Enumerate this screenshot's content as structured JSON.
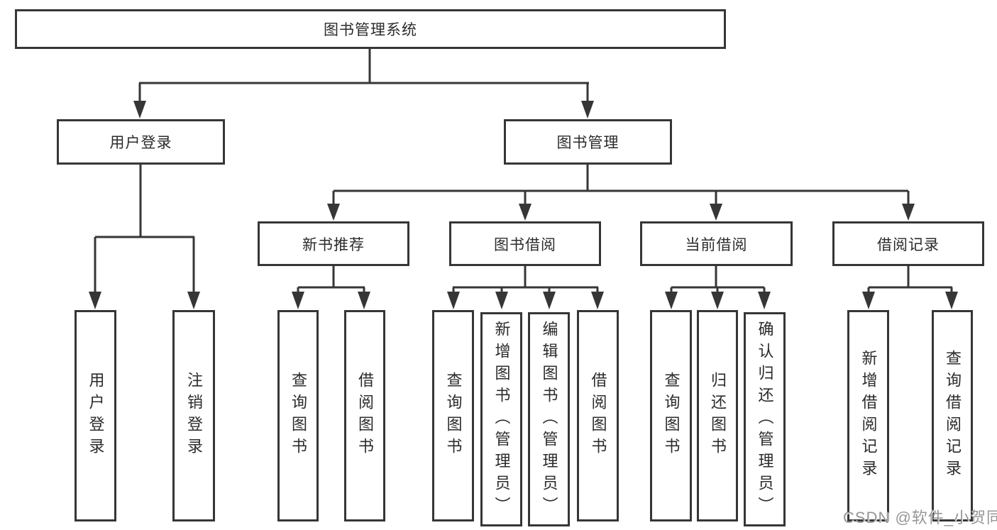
{
  "diagram": {
    "root": {
      "label": "图书管理系统",
      "children": [
        {
          "label": "用户登录",
          "children": [
            {
              "label": "用户登录"
            },
            {
              "label": "注销登录"
            }
          ]
        },
        {
          "label": "图书管理",
          "children": [
            {
              "label": "新书推荐",
              "children": [
                {
                  "label": "查询图书"
                },
                {
                  "label": "借阅图书"
                }
              ]
            },
            {
              "label": "图书借阅",
              "children": [
                {
                  "label": "查询图书"
                },
                {
                  "label": "新增图书（管理员）"
                },
                {
                  "label": "编辑图书（管理员）"
                },
                {
                  "label": "借阅图书"
                }
              ]
            },
            {
              "label": "当前借阅",
              "children": [
                {
                  "label": "查询图书"
                },
                {
                  "label": "归还图书"
                },
                {
                  "label": "确认归还（管理员）"
                }
              ]
            },
            {
              "label": "借阅记录",
              "children": [
                {
                  "label": "新增借阅记录"
                },
                {
                  "label": "查询借阅记录"
                }
              ]
            }
          ]
        }
      ]
    },
    "watermark": "CSDN @软件_小贺同学",
    "colors": {
      "line": "#363636",
      "border": "#363636",
      "text": "#2b2b2b",
      "watermark": "#969696",
      "background": "#ffffff"
    }
  }
}
